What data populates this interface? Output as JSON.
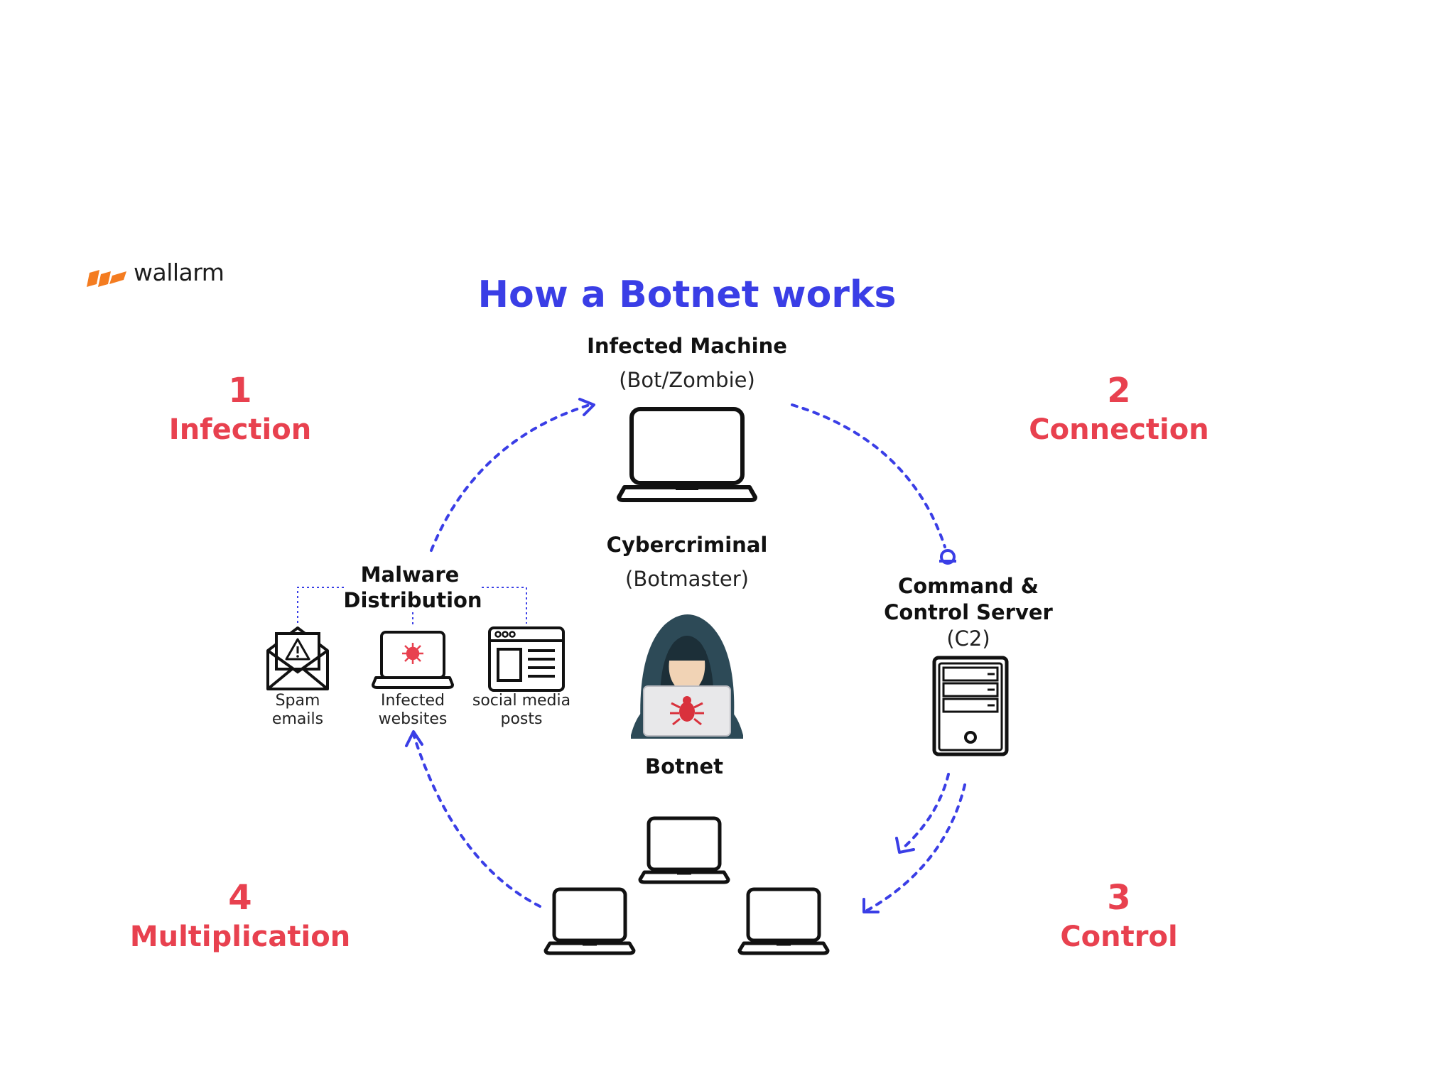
{
  "logo": {
    "text": "wallarm",
    "accent": "#f47c20"
  },
  "title": "How a Botnet works",
  "infected_machine": {
    "label": "Infected Machine",
    "sub": "(Bot/Zombie)"
  },
  "cybercriminal": {
    "label": "Cybercriminal",
    "sub": "(Botmaster)"
  },
  "c2": {
    "label_line1": "Command &",
    "label_line2": "Control Server",
    "sub": "(C2)"
  },
  "malware": {
    "label_line1": "Malware",
    "label_line2": "Distribution",
    "items": [
      {
        "line1": "Spam",
        "line2": "emails",
        "icon": "envelope-warning-icon"
      },
      {
        "line1": "Infected",
        "line2": "websites",
        "icon": "laptop-virus-icon"
      },
      {
        "line1": "social media",
        "line2": "posts",
        "icon": "browser-window-icon"
      }
    ]
  },
  "botnet_label": "Botnet",
  "steps": [
    {
      "num": "1",
      "label": "Infection"
    },
    {
      "num": "2",
      "label": "Connection"
    },
    {
      "num": "3",
      "label": "Control"
    },
    {
      "num": "4",
      "label": "Multiplication"
    }
  ],
  "colors": {
    "title": "#3a3ee6",
    "step": "#e8414f",
    "arrow": "#3a3ee6",
    "hacker_hood": "#2d4a57",
    "bug": "#d9313c"
  }
}
